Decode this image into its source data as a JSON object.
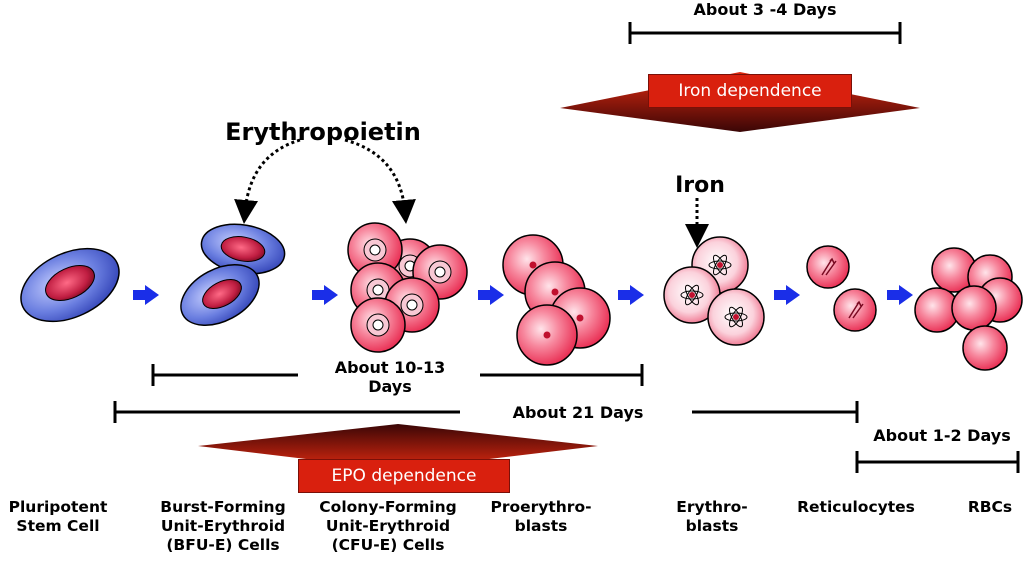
{
  "labels": {
    "erythropoietin": "Erythropoietin",
    "iron": "Iron",
    "iron_dependence": "Iron dependence",
    "epo_dependence": "EPO dependence",
    "about_3_4_days": "About 3 -4 Days",
    "about_10_13_days": "About 10-13\nDays",
    "about_21_days": "About 21 Days",
    "about_1_2_days": "About 1-2 Days"
  },
  "stages": [
    {
      "label": "Pluripotent\nStem Cell"
    },
    {
      "label": "Burst-Forming\nUnit-Erythroid\n(BFU-E) Cells"
    },
    {
      "label": "Colony-Forming\nUnit-Erythroid\n(CFU-E) Cells"
    },
    {
      "label": "Proerythro-\nblasts"
    },
    {
      "label": "Erythro-\nblasts"
    },
    {
      "label": "Reticulocytes"
    },
    {
      "label": "RBCs"
    }
  ],
  "colors": {
    "arrow_blue": "#1a2ee8",
    "cell_pink": "#f04a6a",
    "stem_blue": "#4a5ec8",
    "nucleus_red": "#b01a3a",
    "banner_red": "#d9200e",
    "wedge_dark": "#2a0808"
  }
}
